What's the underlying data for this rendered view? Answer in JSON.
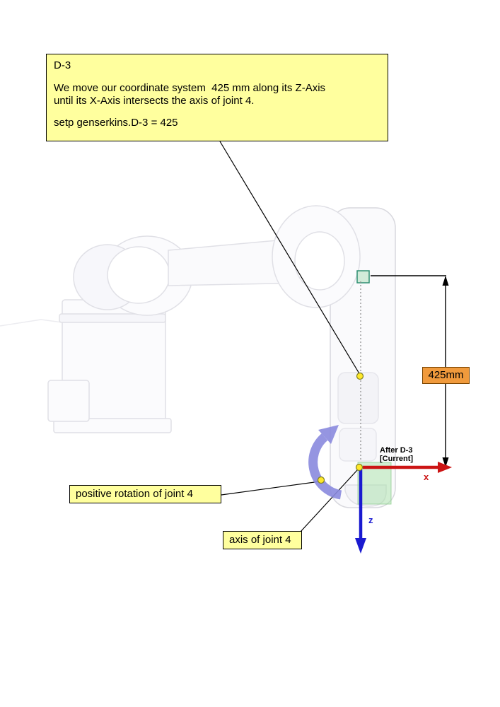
{
  "colors": {
    "callout_bg": "#ffff9e",
    "callout_border": "#000000",
    "dim_bg": "#f09a3c",
    "dim_border": "#7a4400",
    "x_axis": "#cc1414",
    "z_axis": "#1a1ad0",
    "rotation_arrow": "#8a8ade",
    "marker_fill": "#ffe82a",
    "marker_stroke": "#80801f"
  },
  "callout_d3": {
    "title": "D-3",
    "body": [
      "We move our coordinate system  425 mm along its Z-Axis",
      "until its X-Axis intersects the axis of joint 4."
    ],
    "command": "setp genserkins.D-3 = 425"
  },
  "callout_rotation": {
    "label": "positive rotation of joint 4"
  },
  "callout_axis": {
    "label": "axis of joint 4"
  },
  "dimension_label": "425mm",
  "frame_label": {
    "line1": "After D-3",
    "line2": "[Current]"
  },
  "axis_labels": {
    "x": "x",
    "z": "z"
  }
}
